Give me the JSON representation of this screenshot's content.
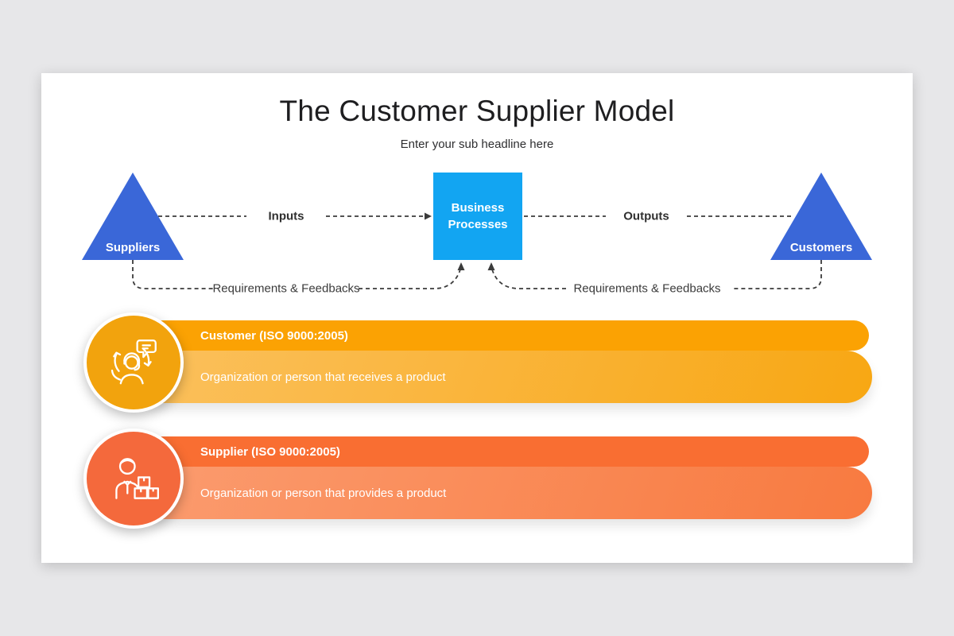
{
  "slide": {
    "title": "The Customer Supplier Model",
    "subtitle": "Enter your sub headline here"
  },
  "diagram": {
    "supplier_triangle_label": "Suppliers",
    "customer_triangle_label": "Customers",
    "process_box_label": "Business Processes",
    "inputs_label": "Inputs",
    "outputs_label": "Outputs",
    "feedback_left_label": "Requirements & Feedbacks",
    "feedback_right_label": "Requirements & Feedbacks"
  },
  "definitions": [
    {
      "icon": "customer-support-icon",
      "title": "Customer (ISO 9000:2005)",
      "description": "Organization or person that receives a product"
    },
    {
      "icon": "supplier-delivery-icon",
      "title": "Supplier (ISO 9000:2005)",
      "description": "Organization or person that provides a product"
    }
  ],
  "colors": {
    "page_background": "#e7e7e9",
    "card_background": "#ffffff",
    "triangle_blue": "#3a67d8",
    "process_blue": "#12a5f2",
    "connector_dark": "#3b3b3b",
    "customer_circle": "#f2a30d",
    "customer_bar": "#fba203",
    "customer_desc_start": "#fbc05c",
    "customer_desc_end": "#f8a713",
    "supplier_circle": "#f4693c",
    "supplier_bar": "#f96e32",
    "supplier_desc_start": "#fb9b6e",
    "supplier_desc_end": "#f87a40"
  }
}
